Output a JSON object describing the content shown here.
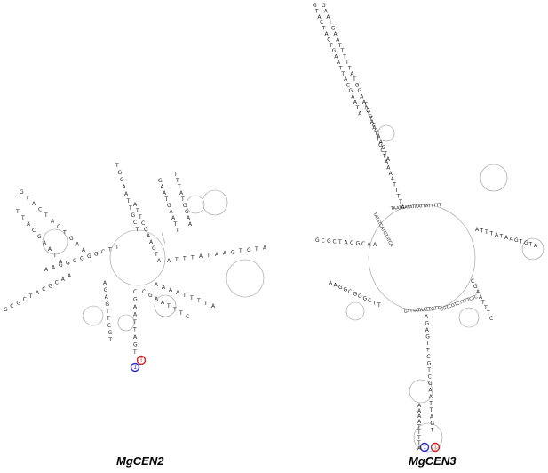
{
  "figure": {
    "left_panel": {
      "caption": "MgCEN2",
      "arm_sequences": [
        "G-T-A-C-T-A-C-T-G-A-A",
        "T-T-A-C-G-A-A-T-A",
        "G-C-G-C-T-A-C-G-C-A-A",
        "A-A-G-G-C-G-G-G-C-T-T",
        "T-G-G-A-A-T-T-G-C-T",
        "A-T-T-C-G-A-A-G-T-A",
        "G-A-A-T-G-A-A-T-T",
        "T-T-T-A-T-G-G-A-A",
        "A-T-T-T-A-T-A-A-G-T-G-T-A",
        "A-A-A-A-T-T-T-T-A",
        "C-G-A-A-T-T-T-C",
        "A-G-A-G-T-T-C-G-T",
        "C-G-A-A-T-T-A-G-T"
      ],
      "start_marker": "1",
      "end_marker": "T"
    },
    "right_panel": {
      "caption": "MgCEN3",
      "inline_sequences": [
        "TAATCATATAATTATTTTT",
        "TATATCATGTATCA",
        "GTTTATAATTGTTT",
        "CGTCGTCTTTTCTC"
      ],
      "start_marker": "1",
      "end_marker": "T"
    },
    "colors": {
      "ink": "#222222",
      "start_circle": "#2b2bd0",
      "end_circle": "#d02020"
    }
  }
}
